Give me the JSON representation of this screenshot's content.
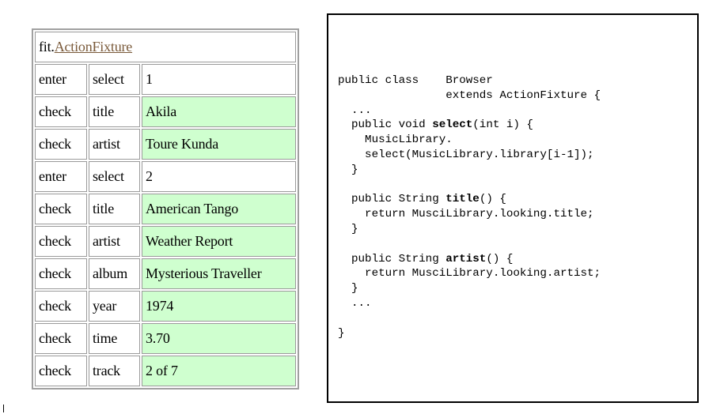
{
  "fixture": {
    "prefix": "fit.",
    "link": "ActionFixture",
    "rows": [
      {
        "keyword": "enter",
        "member": "select",
        "value": "1",
        "status": "plain"
      },
      {
        "keyword": "check",
        "member": "title",
        "value": "Akila",
        "status": "pass"
      },
      {
        "keyword": "check",
        "member": "artist",
        "value": "Toure Kunda",
        "status": "pass"
      },
      {
        "keyword": "enter",
        "member": "select",
        "value": "2",
        "status": "plain"
      },
      {
        "keyword": "check",
        "member": "title",
        "value": "American Tango",
        "status": "pass"
      },
      {
        "keyword": "check",
        "member": "artist",
        "value": "Weather Report",
        "status": "pass"
      },
      {
        "keyword": "check",
        "member": "album",
        "value": "Mysterious Traveller",
        "status": "pass"
      },
      {
        "keyword": "check",
        "member": "year",
        "value": "1974",
        "status": "pass"
      },
      {
        "keyword": "check",
        "member": "time",
        "value": "3.70",
        "status": "pass"
      },
      {
        "keyword": "check",
        "member": "track",
        "value": "2 of 7",
        "status": "pass"
      }
    ]
  },
  "code": {
    "line_01": "public class    Browser",
    "line_02": "                extends ActionFixture {",
    "line_03": "  ...",
    "line_04_a": "  public void ",
    "line_04_b": "select",
    "line_04_c": "(int i) {",
    "line_05": "    MusicLibrary.",
    "line_06": "    select(MusicLibrary.library[i-1]);",
    "line_07": "  }",
    "line_08": "",
    "line_09_a": "  public String ",
    "line_09_b": "title",
    "line_09_c": "() {",
    "line_10": "    return MusciLibrary.looking.title;",
    "line_11": "  }",
    "line_12": "",
    "line_13_a": "  public String ",
    "line_13_b": "artist",
    "line_13_c": "() {",
    "line_14": "    return MusciLibrary.looking.artist;",
    "line_15": "  }",
    "line_16": "  ...",
    "line_17": "",
    "line_18": "}"
  },
  "colors": {
    "pass": "#cfffcf",
    "link": "#7a5a3a",
    "table_border": "#9a9a9a"
  }
}
